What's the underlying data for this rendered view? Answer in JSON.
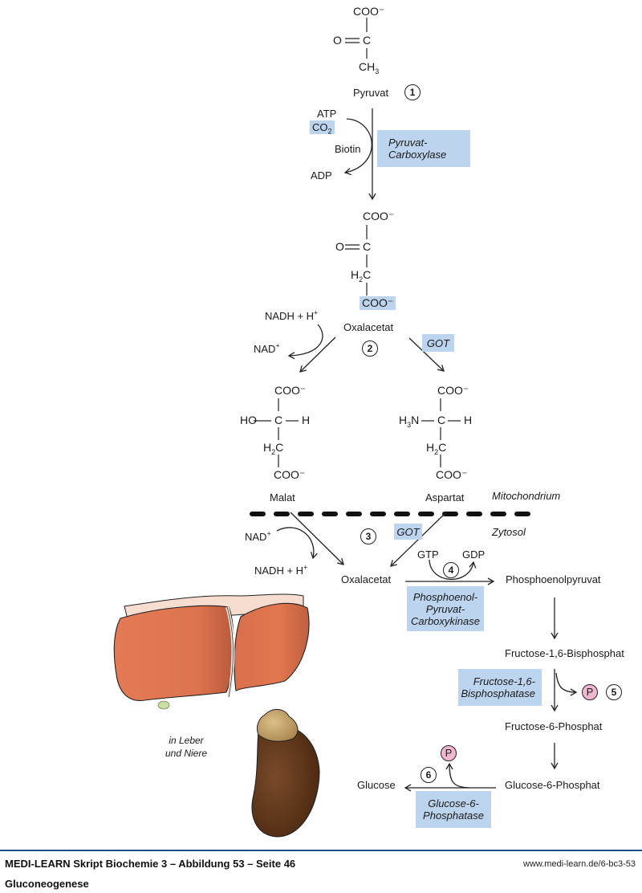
{
  "title": "Gluconeogenese",
  "colors": {
    "enzyme_box": "#bcd4ee",
    "phosphate": "#f2b6cf",
    "footer_rule": "#1d4f91"
  },
  "molecules": {
    "pyruvat": {
      "name": "Pyruvat",
      "top": "COO⁻",
      "mid_left": "O═C",
      "bottom": "CH",
      "bottom_sub": "3"
    },
    "oxalacetat_mito": {
      "name": "Oxalacetat",
      "top": "COO⁻",
      "c2": "O═C",
      "c3_pre": "H",
      "c3_sub": "2",
      "c3_post": "C",
      "bottom": "COO⁻"
    },
    "malat": {
      "name": "Malat",
      "top": "COO⁻",
      "mid": "HO — C — H",
      "c3_pre": "H",
      "c3_sub": "2",
      "c3_post": "C",
      "bottom": "COO⁻"
    },
    "aspartat": {
      "name": "Aspartat",
      "top": "COO⁻",
      "mid_pre": "H",
      "mid_sub": "3",
      "mid_post": "N — C — H",
      "c3_pre": "H",
      "c3_sub": "2",
      "c3_post": "C",
      "bottom": "COO⁻"
    },
    "oxalacetat_cyto": {
      "name": "Oxalacetat"
    },
    "pep": {
      "name": "Phosphoenolpyruvat"
    },
    "f16bp": {
      "name": "Fructose-1,6-Bisphosphat"
    },
    "f6p": {
      "name": "Fructose-6-Phosphat"
    },
    "g6p": {
      "name": "Glucose-6-Phosphat"
    },
    "glucose": {
      "name": "Glucose"
    }
  },
  "cofactors": {
    "atp": "ATP",
    "co2": "CO",
    "co2_sub": "2",
    "biotin": "Biotin",
    "adp": "ADP",
    "nadh_h_1": "NADH + H",
    "nad_1": "NAD",
    "nad_2": "NAD",
    "nadh_h_2": "NADH + H",
    "plus": "+",
    "gtp": "GTP",
    "gdp": "GDP",
    "p1": "P",
    "p2": "P"
  },
  "enzymes": {
    "pyruvat_carboxylase": [
      "Pyruvat-",
      "Carboxylase"
    ],
    "got_mito": "GOT",
    "got_cyto": "GOT",
    "pepck": [
      "Phosphoenol-",
      "Pyruvat-",
      "Carboxykinase"
    ],
    "fbpase": [
      "Fructose-1,6-",
      "Bisphosphatase"
    ],
    "g6pase": [
      "Glucose-6-",
      "Phosphatase"
    ]
  },
  "steps": [
    "1",
    "2",
    "3",
    "4",
    "5",
    "6"
  ],
  "compartments": {
    "mito": "Mitochondrium",
    "cyto": "Zytosol"
  },
  "organs": {
    "caption_line1": "in Leber",
    "caption_line2": "und Niere"
  },
  "footer": {
    "source": "MEDI-LEARN Skript Biochemie 3 – Abbildung 53 – Seite 46",
    "title": "Gluconeogenese",
    "url": "www.medi-learn.de/6-bc3-53"
  }
}
